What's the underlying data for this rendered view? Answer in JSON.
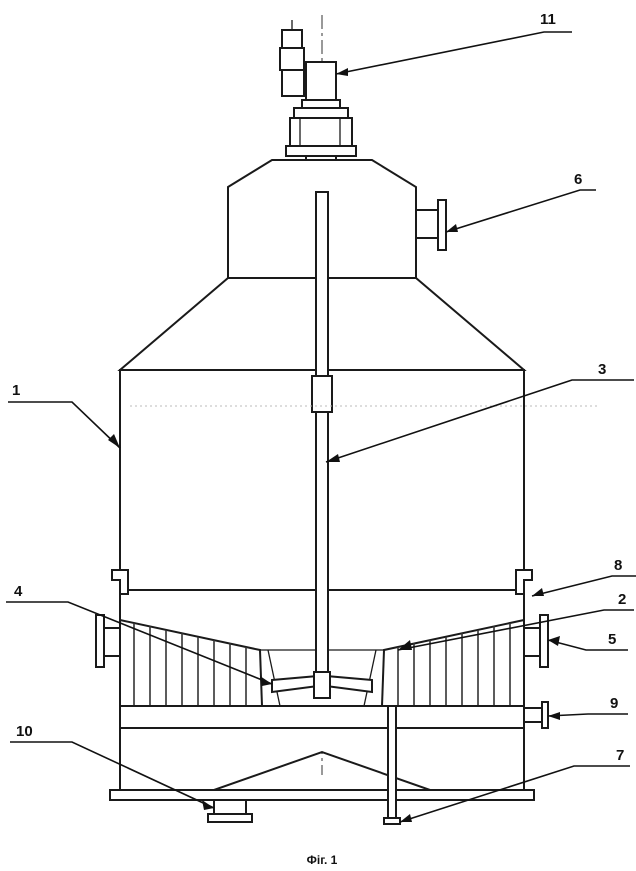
{
  "figure": {
    "caption": "Фіг. 1",
    "callouts": [
      {
        "id": "1",
        "label": "1"
      },
      {
        "id": "2",
        "label": "2"
      },
      {
        "id": "3",
        "label": "3"
      },
      {
        "id": "4",
        "label": "4"
      },
      {
        "id": "5",
        "label": "5"
      },
      {
        "id": "6",
        "label": "6"
      },
      {
        "id": "7",
        "label": "7"
      },
      {
        "id": "8",
        "label": "8"
      },
      {
        "id": "9",
        "label": "9"
      },
      {
        "id": "10",
        "label": "10"
      },
      {
        "id": "11",
        "label": "11"
      }
    ]
  }
}
